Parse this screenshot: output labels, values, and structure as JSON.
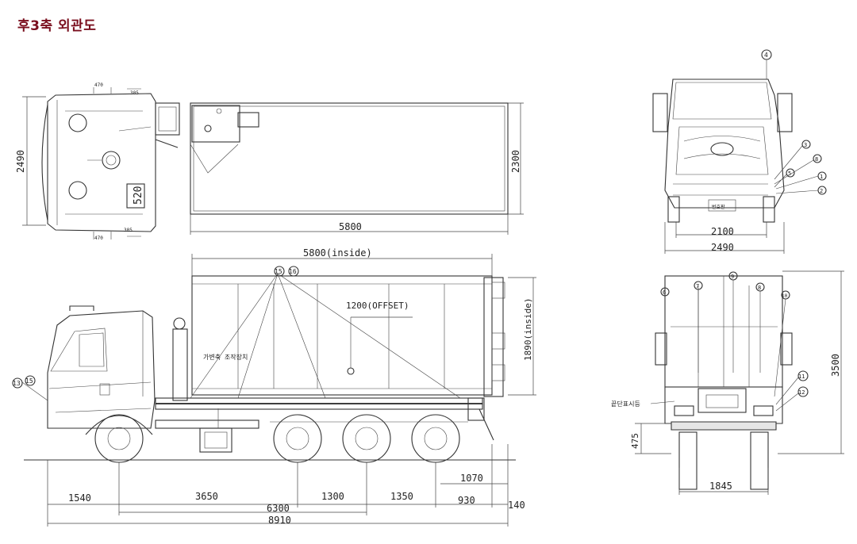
{
  "title": "후3축 외관도",
  "top_view": {
    "cab_width": "2490",
    "body_width": "2300",
    "body_length": "5800",
    "small_top": "470",
    "small_top2": "305",
    "small_bottom": "470",
    "small_bottom2": "305",
    "box_label": "520"
  },
  "side_view": {
    "inside_length": "5800(inside)",
    "inside_height": "1890(inside)",
    "offset": "1200(OFFSET)",
    "callout_15": "15",
    "callout_16": "16",
    "callout_13": "13",
    "callout_15b": "15",
    "device_label": "가변축 조작장치",
    "dim_1070": "1070",
    "dim_1540": "1540",
    "dim_3650": "3650",
    "dim_1300": "1300",
    "dim_1350": "1350",
    "dim_930": "930",
    "dim_140": "140",
    "dim_6300": "6300",
    "dim_8910": "8910"
  },
  "front_view": {
    "callout_4": "4",
    "callout_3": "3",
    "callout_8": "8",
    "callout_5": "5",
    "callout_1": "1",
    "callout_2": "2",
    "plate_label": "번호판",
    "track": "2100",
    "width": "2490"
  },
  "rear_view": {
    "callout_6": "6",
    "callout_7": "7",
    "callout_9": "9",
    "callout_8": "8",
    "callout_10": "10",
    "callout_11": "11",
    "callout_12": "12",
    "end_mark_label": "끝단표시등",
    "height": "3500",
    "step_height": "475",
    "rear_track": "1845"
  }
}
